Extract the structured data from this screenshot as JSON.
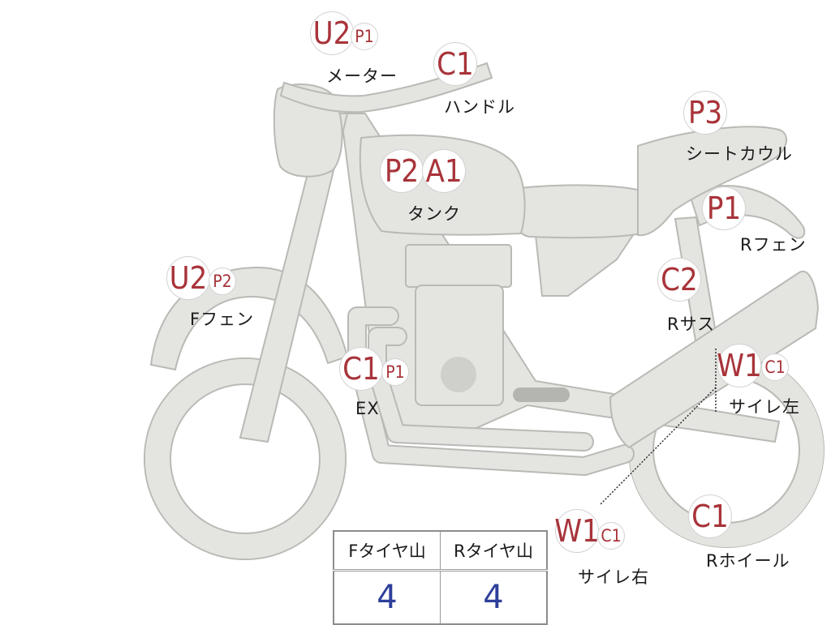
{
  "parts": [
    {
      "key": "meter",
      "label": "メーター",
      "badges": [
        "U2",
        "P1"
      ]
    },
    {
      "key": "handle",
      "label": "ハンドル",
      "badges": [
        "C1"
      ]
    },
    {
      "key": "seat_cowl",
      "label": "シートカウル",
      "badges": [
        "P3"
      ]
    },
    {
      "key": "tank",
      "label": "タンク",
      "badges": [
        "P2",
        "A1"
      ]
    },
    {
      "key": "r_fender",
      "label": "Rフェン",
      "badges": [
        "P1"
      ]
    },
    {
      "key": "f_fender",
      "label": "Fフェン",
      "badges": [
        "U2",
        "P2"
      ]
    },
    {
      "key": "r_sus",
      "label": "Rサス",
      "badges": [
        "C2"
      ]
    },
    {
      "key": "muffler_left",
      "label": "サイレ左",
      "badges": [
        "W1",
        "C1"
      ]
    },
    {
      "key": "exhaust",
      "label": "EX",
      "badges": [
        "C1",
        "P1"
      ]
    },
    {
      "key": "r_wheel",
      "label": "Rホイール",
      "badges": [
        "C1"
      ]
    },
    {
      "key": "muffler_right",
      "label": "サイレ右",
      "badges": [
        "W1",
        "C1"
      ]
    }
  ],
  "tread_table": {
    "headers": [
      "Fタイヤ山",
      "Rタイヤ山"
    ],
    "values": [
      "4",
      "4"
    ]
  },
  "colors": {
    "badge_text": "#a8343a",
    "table_value": "#2d3f9b",
    "part_fill": "#e4e4e1"
  }
}
